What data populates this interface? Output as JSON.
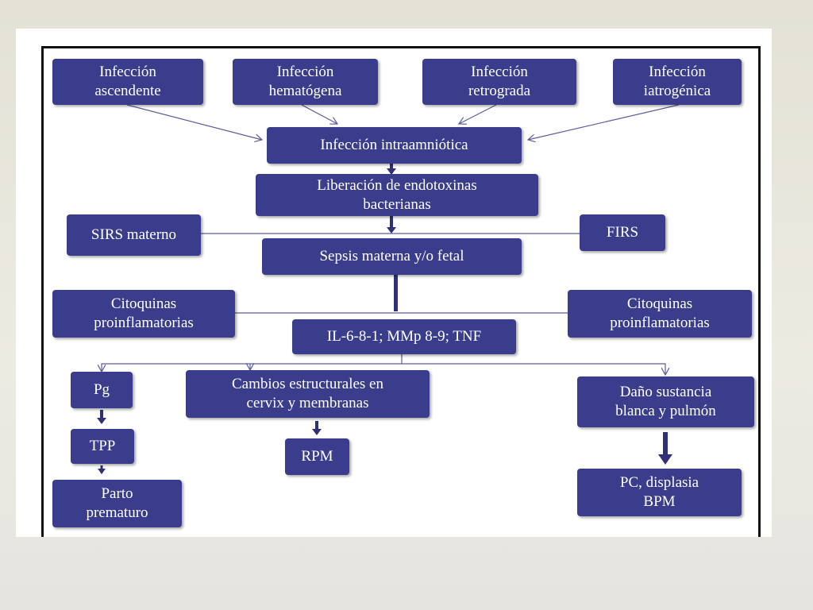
{
  "nodes": {
    "infeccion_ascendente": "Infección\nascendente",
    "infeccion_hematogena": "Infección\nhematógena",
    "infeccion_retrograda": "Infección\nretrograda",
    "infeccion_iatrogenica": "Infección\niatrogénica",
    "infeccion_intraamniotica": "Infección intraamniótica",
    "liberacion_endotoxinas": "Liberación de endotoxinas\nbacterianas",
    "sirs_materno": "SIRS materno",
    "firs": "FIRS",
    "sepsis": "Sepsis materna y/o fetal",
    "citoquinas_left": "Citoquinas\nproinflamatorias",
    "citoquinas_right": "Citoquinas\nproinflamatorias",
    "mediadores": "IL-6-8-1; MMp 8-9; TNF",
    "pg": "Pg",
    "tpp": "TPP",
    "parto_prematuro": "Parto\nprematuro",
    "cambios_estructurales": "Cambios estructurales en\ncervix y membranas",
    "rpm": "RPM",
    "dano_sustancia": "Daño sustancia\nblanca y pulmón",
    "pc_displasia": "PC, displasia\nBPM"
  },
  "colors": {
    "box_fill": "#3a3d8c",
    "box_text": "#ffffff",
    "arrow": "#3a3d8c",
    "background": "#e8e6dc"
  }
}
